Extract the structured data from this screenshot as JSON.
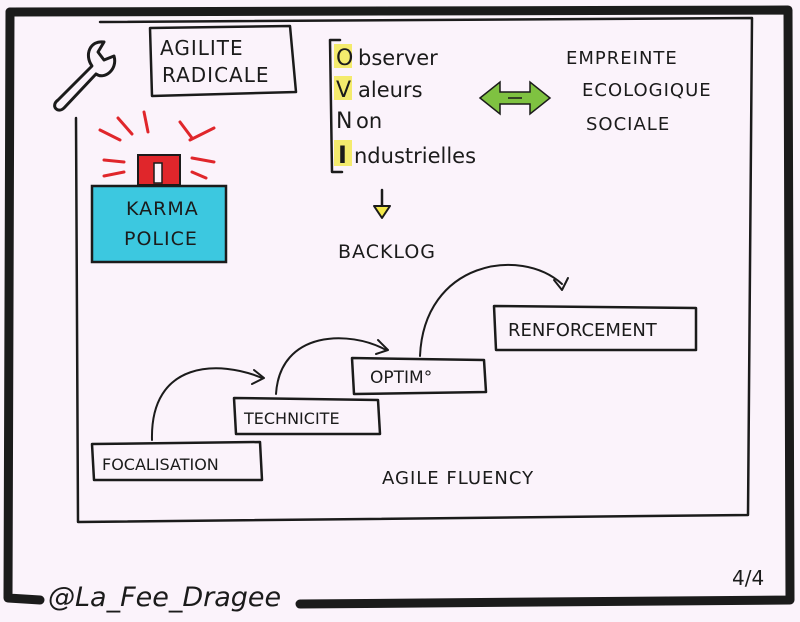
{
  "title_box": {
    "line1": "AGILITE",
    "line2": "RADICALE"
  },
  "ovni": {
    "letters": [
      "O",
      "V",
      "N",
      "I"
    ],
    "rests": [
      "bserver",
      "aleurs",
      "on",
      "ndustrielles"
    ]
  },
  "impact": {
    "line1": "EMPREINTE",
    "line2": "ECOLOGIQUE",
    "line3": "SOCIALE"
  },
  "karma": {
    "line1": "KARMA",
    "line2": "POLICE"
  },
  "backlog": "BACKLOG",
  "steps": [
    "FOCALISATION",
    "TECHNICITE",
    "OPTIM°",
    "RENFORCEMENT"
  ],
  "fluency": "AGILE FLUENCY",
  "signature": "@La_Fee_Dragee",
  "page_number": "4/4",
  "colors": {
    "background": "#fbf3fb",
    "ink": "#1b1b1b",
    "ovni_highlight": "#f3e94a",
    "double_arrow": "#7fc241",
    "karma_box": "#3cc8e0",
    "siren": "#e0262b"
  },
  "icons": [
    "wrench-icon",
    "siren-icon",
    "double-arrow-icon",
    "down-arrow-icon"
  ]
}
